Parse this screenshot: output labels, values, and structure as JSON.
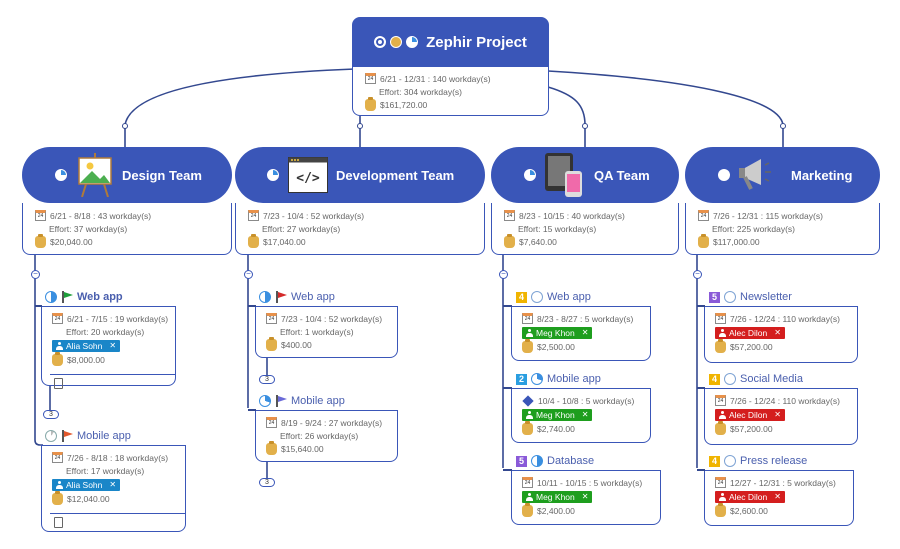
{
  "root": {
    "title": "Zephir Project",
    "icons": [
      "clock-icon",
      "money-icon",
      "progress-pie-icon"
    ],
    "date_range": "6/21 - 12/31 : 140 workday(s)",
    "effort": "Effort: 304 workday(s)",
    "cost": "$161,720.00"
  },
  "teams": [
    {
      "title": "Design Team",
      "image_icon": "easel-icon",
      "date_range": "6/21 - 8/18 : 43 workday(s)",
      "effort": "Effort: 37 workday(s)",
      "cost": "$20,040.00",
      "tasks": [
        {
          "title": "Web app",
          "progress_icon": "pie-half-icon",
          "flag_color": "#1e9e3a",
          "date_range": "6/21 - 7/15 : 19 workday(s)",
          "effort": "Effort: 20 workday(s)",
          "resource": "Alia Sohn",
          "resource_color": "#1a86c8",
          "cost": "$8,000.00",
          "subtask_count": "3"
        },
        {
          "title": "Mobile app",
          "progress_icon": "pie-small-icon",
          "flag_color": "#e2572b",
          "date_range": "7/26 - 8/18 : 18 workday(s)",
          "effort": "Effort: 17 workday(s)",
          "resource": "Alia Sohn",
          "resource_color": "#1a86c8",
          "cost": "$12,040.00"
        }
      ]
    },
    {
      "title": "Development Team",
      "image_icon": "code-window-icon",
      "date_range": "7/23 - 10/4 : 52 workday(s)",
      "effort": "Effort: 27 workday(s)",
      "cost": "$17,040.00",
      "tasks": [
        {
          "title": "Web app",
          "progress_icon": "pie-half-icon",
          "flag_color": "#d42a2a",
          "date_range": "7/23 - 10/4 : 52 workday(s)",
          "effort": "Effort: 1 workday(s)",
          "cost": "$400.00",
          "subtask_count": "3"
        },
        {
          "title": "Mobile app",
          "progress_icon": "pie-quarter-icon",
          "flag_color": "#6a6ad8",
          "date_range": "8/19 - 9/24 : 27 workday(s)",
          "effort": "Effort: 26 workday(s)",
          "cost": "$15,640.00",
          "subtask_count": "3"
        }
      ]
    },
    {
      "title": "QA Team",
      "image_icon": "tablet-phone-icon",
      "date_range": "8/23 - 10/15 : 40 workday(s)",
      "effort": "Effort: 15 workday(s)",
      "cost": "$7,640.00",
      "tasks": [
        {
          "title": "Web app",
          "priority": "4",
          "priority_color": "#f0b400",
          "progress_icon": "pie-empty-icon",
          "date_range": "8/23 - 8/27 : 5 workday(s)",
          "resource": "Meg Khon",
          "resource_color": "#1e9e1e",
          "cost": "$2,500.00"
        },
        {
          "title": "Mobile app",
          "priority": "2",
          "priority_color": "#2a9ee0",
          "progress_icon": "pie-quarter-icon",
          "date_range": "10/4 - 10/8 : 5 workday(s)",
          "milestone": true,
          "resource": "Meg Khon",
          "resource_color": "#1e9e1e",
          "cost": "$2,740.00"
        },
        {
          "title": "Database",
          "priority": "5",
          "priority_color": "#8a5ad8",
          "progress_icon": "pie-half-icon",
          "date_range": "10/11 - 10/15 : 5 workday(s)",
          "resource": "Meg Khon",
          "resource_color": "#1e9e1e",
          "cost": "$2,400.00"
        }
      ]
    },
    {
      "title": "Marketing",
      "image_icon": "megaphone-icon",
      "date_range": "7/26 - 12/31 : 115 workday(s)",
      "effort": "Effort: 225 workday(s)",
      "cost": "$117,000.00",
      "tasks": [
        {
          "title": "Newsletter",
          "priority": "5",
          "priority_color": "#8a5ad8",
          "progress_icon": "pie-empty-icon",
          "date_range": "7/26 - 12/24 : 110 workday(s)",
          "resource": "Alec Dilon",
          "resource_color": "#d41e1e",
          "cost": "$57,200.00"
        },
        {
          "title": "Social Media",
          "priority": "4",
          "priority_color": "#f0b400",
          "progress_icon": "pie-empty-icon",
          "date_range": "7/26 - 12/24 : 110 workday(s)",
          "resource": "Alec Dilon",
          "resource_color": "#d41e1e",
          "cost": "$57,200.00"
        },
        {
          "title": "Press release",
          "priority": "4",
          "priority_color": "#f0b400",
          "progress_icon": "pie-empty-icon",
          "date_range": "12/27 - 12/31 : 5 workday(s)",
          "resource": "Alec Dilon",
          "resource_color": "#d41e1e",
          "cost": "$2,600.00"
        }
      ]
    }
  ],
  "calendar_glyph": "24",
  "collapse_glyph": "−",
  "remove_glyph": "✕"
}
